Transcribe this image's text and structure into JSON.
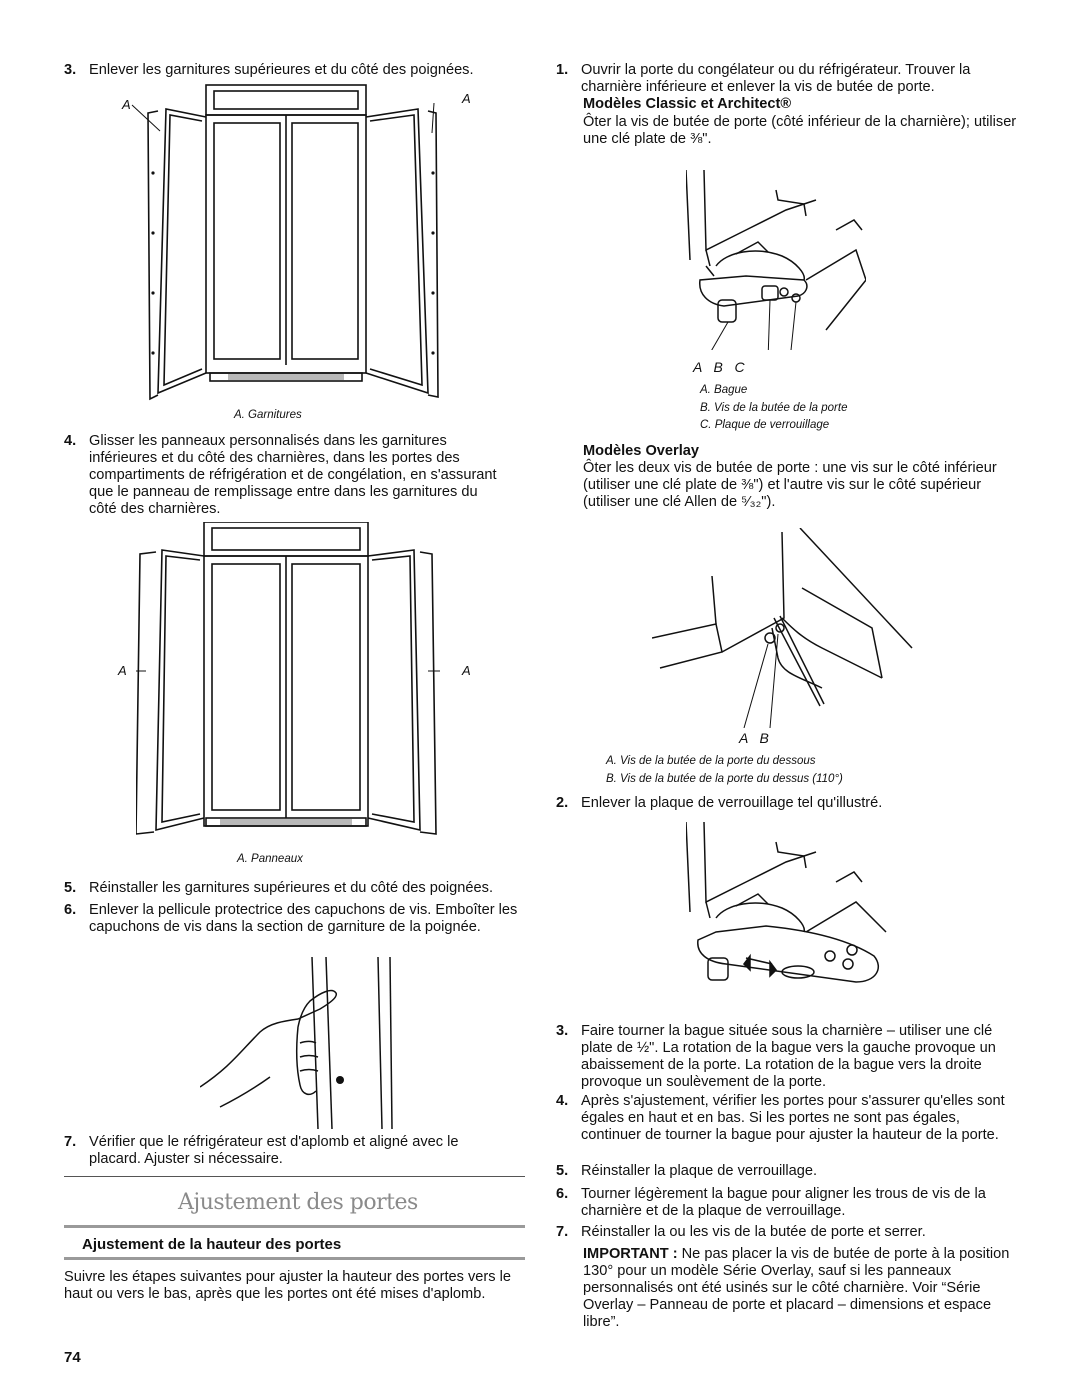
{
  "left": {
    "step3": {
      "num": "3.",
      "text": "Enlever les garnitures supérieures et du côté des poignées."
    },
    "fig1": {
      "label_a_left": "A",
      "label_a_right": "A",
      "caption": "A. Garnitures"
    },
    "step4": {
      "num": "4.",
      "text": "Glisser les panneaux personnalisés dans les garnitures inférieures et du côté des charnières, dans les portes des compartiments de réfrigération et de congélation, en s'assurant que le panneau de remplissage entre dans les garnitures du côté des charnières."
    },
    "fig2": {
      "label_a_left": "A",
      "label_a_right": "A",
      "caption": "A. Panneaux"
    },
    "step5": {
      "num": "5.",
      "text": "Réinstaller les garnitures supérieures et du côté des poignées."
    },
    "step6": {
      "num": "6.",
      "text": "Enlever la pellicule protectrice des capuchons de vis. Emboîter les capuchons de vis dans la section de garniture de la poignée."
    },
    "step7": {
      "num": "7.",
      "text": "Vérifier que le réfrigérateur est d'aplomb et aligné avec le placard. Ajuster si nécessaire."
    },
    "section_title": "Ajustement des portes",
    "subsection_title": "Ajustement de la hauteur des portes",
    "intro": "Suivre les étapes suivantes pour ajuster la hauteur des portes vers le haut ou vers le bas, après que les portes ont été mises d'aplomb.",
    "page_number": "74"
  },
  "right": {
    "step1": {
      "num": "1.",
      "text": "Ouvrir la porte du congélateur ou du réfrigérateur. Trouver la charnière inférieure et enlever la vis de butée de porte."
    },
    "classic_heading": "Modèles Classic et Architect®",
    "classic_text": "Ôter la vis de butée de porte (côté inférieur de la charnière); utiliser une clé plate de ⅜\".",
    "fig3": {
      "labels": "A   B   C",
      "caption_a": "A. Bague",
      "caption_b": "B. Vis de la butée de la porte",
      "caption_c": "C. Plaque de verrouillage"
    },
    "overlay_heading": "Modèles Overlay",
    "overlay_text": "Ôter les deux vis de butée de porte : une vis sur le côté inférieur (utiliser une clé plate de ⅜\") et l'autre vis sur le côté supérieur (utiliser une clé Allen de ⁵⁄₃₂\").",
    "fig4": {
      "labels": "A   B",
      "caption_a": "A. Vis de la butée de la porte du dessous",
      "caption_b": "B. Vis de la butée de la porte du dessus (110°)"
    },
    "step2": {
      "num": "2.",
      "text": "Enlever la plaque de verrouillage tel qu'illustré."
    },
    "step3": {
      "num": "3.",
      "text": "Faire tourner la bague située sous la charnière – utiliser une clé plate de ½\". La rotation de la bague vers la gauche provoque un abaissement de la porte. La rotation de la bague vers la droite provoque un soulèvement de la porte."
    },
    "step4": {
      "num": "4.",
      "text": "Après s'ajustement, vérifier les portes pour s'assurer qu'elles sont égales en haut et en bas. Si les portes ne sont pas égales, continuer de tourner la bague pour ajuster la hauteur de la porte."
    },
    "step5": {
      "num": "5.",
      "text": "Réinstaller la plaque de verrouillage."
    },
    "step6": {
      "num": "6.",
      "text": "Tourner légèrement la bague pour aligner les trous de vis de la charnière et de la plaque de verrouillage."
    },
    "step7": {
      "num": "7.",
      "text": "Réinstaller la ou les vis de la butée de porte et serrer."
    },
    "important": "IMPORTANT : Ne pas placer la vis de butée de porte à la position 130° pour un modèle Série Overlay, sauf si les panneaux personnalisés ont été usinés sur le côté charnière. Voir “Série Overlay – Panneau de porte et placard – dimensions et espace libre”."
  }
}
